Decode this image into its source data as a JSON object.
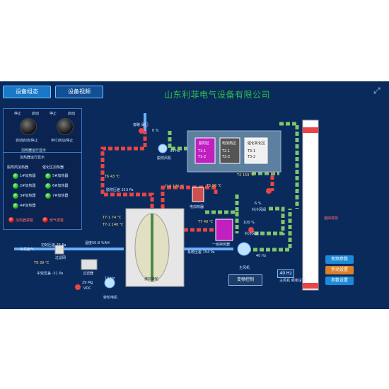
{
  "tabs": {
    "status": "设备组态",
    "video": "设备视频"
  },
  "company": "山东利菲电气设备有限公司",
  "controls": {
    "fan_stop": "停止",
    "fan_start": "启动",
    "fan_stop2": "停止",
    "fan_start2": "启动",
    "auto_label": "自动启动/停止",
    "label_90c": "90C启动/停止",
    "heater_status_title": "加热器运行显示",
    "desorb_group": "脱附风加热器",
    "catalyst_group": "催化区加热器",
    "heaters_left": [
      "1#加热器",
      "2#加热器",
      "3#加热器",
      "4#加热器"
    ],
    "heaters_right": [
      "5#加热器",
      "6#加热器",
      "7#加热器"
    ],
    "alarm_left": "加热器报警",
    "alarm_right": "燃气报警"
  },
  "process": {
    "bypass_valve": "旁路\n阀门",
    "pct_top": "0 %",
    "freq_desorb": "33 Hz",
    "desorb_fan": "脱附风机",
    "zone1": "脱附区",
    "zone2": "电加热区",
    "zone3": "催化氧化区",
    "t1a": "T1-1",
    "t1b": "T1-2",
    "t2a": "T2-1",
    "t2b": "T2-2",
    "t3a": "T3-1",
    "t3b": "T3-2",
    "t6": "T6  43 ℃",
    "t4": "T4  159 ℃",
    "t10": "T10  176 ℃",
    "t5": "T5  96 ℃",
    "desorb_pressure": "脱附压差  213 Pa",
    "heater_label": "电加热器",
    "pct_mid": "6 %",
    "valve_label": "补冷风阀",
    "t7": "T7  40 ℃",
    "pct_low": "100 %",
    "valve_label2": "补冷风阀",
    "t71": "T7-1  74 ℃",
    "t72": "T7-2  140 ℃",
    "hx_label": "一级换热器",
    "humidity": "湿度50.8 %RH",
    "inlet_pressure": "初效压差  25 Pa",
    "inlet_air": "有机废气",
    "t9": "T9  39 ℃",
    "mid_pressure": "中效压差  -31 Pa",
    "pre_filter": "过滤网",
    "filter": "过滤器",
    "wheel_label": "沸石转轮",
    "main_pressure": "系统压差  154 Pa",
    "main_freq": "40 Hz",
    "main_fan": "主风机",
    "mg": "29 Mg",
    "hz10": "10 Hz",
    "voc": "VOC",
    "rotor_motor": "转轮电机",
    "freq_box": "40 Hz",
    "freq_label": "主风机\n频率设置",
    "vfd": "变频控制",
    "stack_note": "烟囱排放",
    "btn_params": "变频参数",
    "btn_manual": "手动设置",
    "btn_reset": "参数设置"
  },
  "colors": {
    "bg": "#0b2a5c",
    "desorb_pipe": "#e84545",
    "fresh_pipe": "#7fc56b",
    "supply_pipe": "#6ab0ff",
    "company": "#2cc14a"
  }
}
